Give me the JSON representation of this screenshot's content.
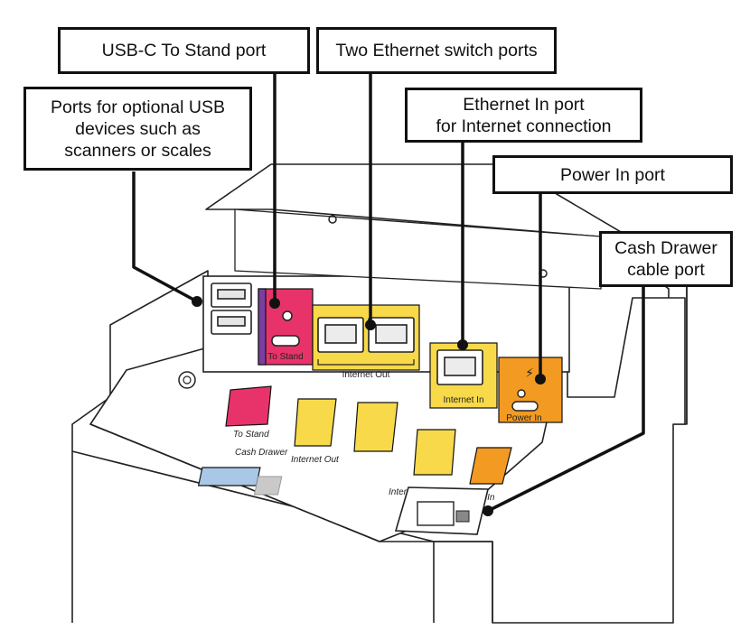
{
  "callouts": {
    "usb_optional": {
      "lines": [
        "Ports for optional USB",
        "devices such as",
        "scanners or scales"
      ]
    },
    "usb_c_stand": {
      "lines": [
        "USB-C To Stand port"
      ]
    },
    "ethernet_switch": {
      "lines": [
        "Two Ethernet switch ports"
      ]
    },
    "ethernet_in": {
      "lines": [
        "Ethernet In port",
        "for Internet connection"
      ]
    },
    "power_in": {
      "lines": [
        "Power In port"
      ]
    },
    "cash_drawer": {
      "lines": [
        "Cash Drawer",
        "cable port"
      ]
    }
  },
  "port_labels": {
    "to_stand": "To Stand",
    "internet_out": "Internet Out",
    "internet_in": "Internet In",
    "power_in": "Power In"
  },
  "legend_labels": {
    "to_stand": "To Stand",
    "internet_out": "Internet Out",
    "internet_in": "Internet In",
    "power_in": "Power In",
    "cash_drawer": "Cash Drawer"
  },
  "colors": {
    "pink": "#e8336a",
    "purple": "#7a3fa0",
    "yellow": "#f7d94a",
    "orange": "#f29a22",
    "legend_blue": "#a9c8e8",
    "outline": "#111111"
  }
}
